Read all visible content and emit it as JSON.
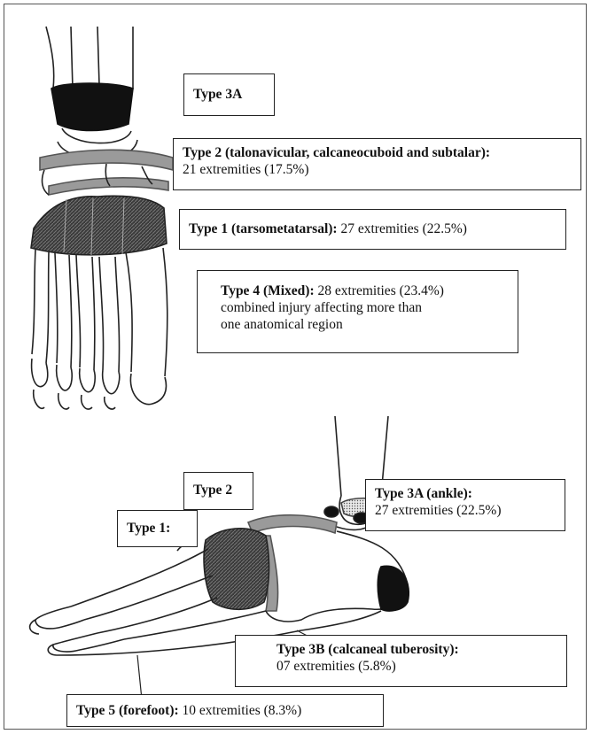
{
  "labels": {
    "top_type3a": {
      "title": "Type 3A"
    },
    "top_type2": {
      "title": "Type 2 (talonavicular, calcaneocuboid and subtalar):",
      "detail": "21 extremities (17.5%)"
    },
    "top_type1": {
      "title": "Type 1 (tarsometatarsal):",
      "detail": " 27 extremities (22.5%)"
    },
    "type4": {
      "title": "Type 4 (Mixed):",
      "detail": " 28 extremities (23.4%)",
      "line2": "combined injury affecting more than",
      "line3": "one anatomical region"
    },
    "side_type2": {
      "title": "Type 2"
    },
    "side_type1": {
      "title": "Type 1:"
    },
    "side_type3a": {
      "title": "Type 3A (ankle):",
      "detail": "27 extremities (22.5%)"
    },
    "type3b": {
      "title": "Type 3B (calcaneal tuberosity):",
      "detail": "07 extremities (5.8%)"
    },
    "type5": {
      "title": "Type 5 (forefoot):",
      "detail": " 10 extremities (8.3%)"
    }
  }
}
